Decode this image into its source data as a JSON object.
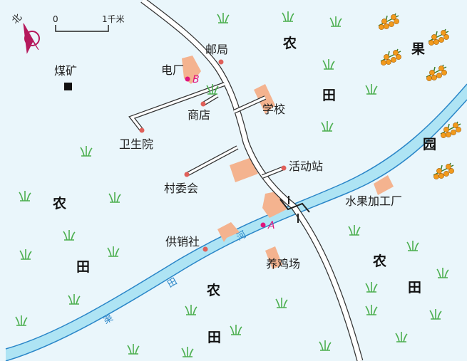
{
  "compass": {
    "north_label": "北"
  },
  "scale": {
    "zero_label": "0",
    "end_label": "1千米"
  },
  "colors": {
    "background": "#eaf6fb",
    "river_fill": "#aee4f4",
    "river_edge": "#2a86c8",
    "building": "#f4b38f",
    "poi_dot": "#e0605a",
    "point_marker": "#e0157d",
    "grass": "#4caf50",
    "fruit": "#f29a1c"
  },
  "labels": {
    "coal_mine": "煤矿",
    "post_office": "邮局",
    "power_plant": "电厂",
    "shop": "商店",
    "school": "学校",
    "clinic": "卫生院",
    "village_committee": "村委会",
    "activity_station": "活动站",
    "fruit_factory": "水果加工厂",
    "supply_coop": "供销社",
    "chicken_farm": "养鸡场"
  },
  "points": {
    "a": "A",
    "b": "B"
  },
  "river": {
    "name_chars": [
      "河",
      "田",
      "渠"
    ]
  },
  "farmland": {
    "nong": "农",
    "tian": "田"
  },
  "orchard": {
    "guo": "果",
    "yuan": "园"
  }
}
